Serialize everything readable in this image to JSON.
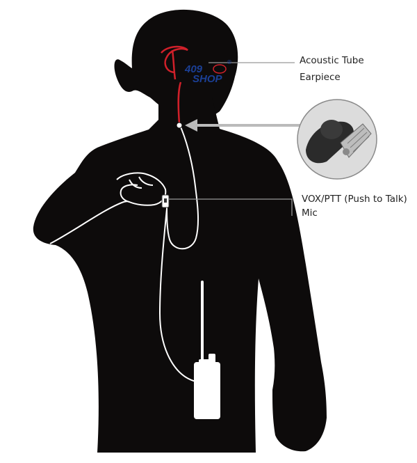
{
  "labels": {
    "acoustic_tube": "Acoustic Tube",
    "earpiece": "Earpiece",
    "vox_ptt": "VOX/PTT (Push to Talk)",
    "mic": "Mic"
  },
  "logo": {
    "number": "409",
    "word": "SHOP",
    "registered": "®"
  },
  "colors": {
    "silhouette": "#0d0b0b",
    "wire": "#ffffff",
    "acoustic_tube": "#d0202a",
    "leader_line": "#999999",
    "logo_red": "#d0202a",
    "logo_blue": "#1b3f95"
  }
}
